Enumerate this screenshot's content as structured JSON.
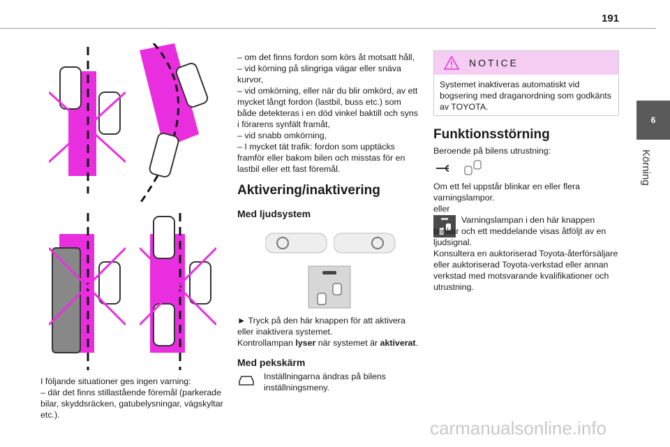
{
  "page_number": "191",
  "chapter": {
    "number": "6",
    "title": "Körning"
  },
  "col1": {
    "caption": "I följande situationer ges ingen varning:\n– där det finns stillastående föremål (parkerade bilar, skyddsräcken, gatubelysningar, vägskyltar etc.)."
  },
  "col2": {
    "list": "– om det finns fordon som körs åt motsatt håll,\n– vid körning på slingriga vägar eller snäva kurvor,\n– vid omkörning, eller när du blir omkörd, av ett mycket långt fordon (lastbil, buss etc.) som både detekteras i en död vinkel baktill och syns i förarens synfält framåt,\n– vid snabb omkörning,\n– I mycket tät trafik: fordon som upptäcks framför eller bakom bilen och misstas för en lastbil eller ett fast föremål.",
    "heading": "Aktivering/inaktivering",
    "sub1": "Med ljudsystem",
    "instr_arrow": "►",
    "instr1": "Tryck på den här knappen för att aktivera eller inaktivera systemet.",
    "instr2_a": "Kontrollampan ",
    "instr2_b": "lyser",
    "instr2_c": " när systemet är ",
    "instr2_d": "aktiverat",
    "instr2_e": ".",
    "sub2": "Med pekskärm",
    "touch_text": "Inställningarna ändras på bilens inställningsmeny."
  },
  "col3": {
    "notice_title": "NOTICE",
    "notice_text": "Systemet inaktiveras automatiskt vid bogsering med draganordning som godkänts av TOYOTA.",
    "heading": "Funktionsstörning",
    "p1": "Beroende på bilens utrustning:",
    "p2": "Om ett fel uppstår blinkar en eller flera varningslampor.",
    "p3": "eller",
    "p4": "Varningslampan i den här knappen blinkar och ett meddelande visas åtföljt av en ljudsignal.",
    "p5": "Konsultera en auktoriserad Toyota-återförsäljare eller auktoriserad Toyota-verkstad eller annan verkstad med motsvarande kvalifikationer och utrustning."
  },
  "watermark": "carmanualsonline.info",
  "colors": {
    "magenta": "#e92ee0",
    "accent_pink": "#f6cdf2",
    "tab_gray": "#5a5a5a"
  }
}
